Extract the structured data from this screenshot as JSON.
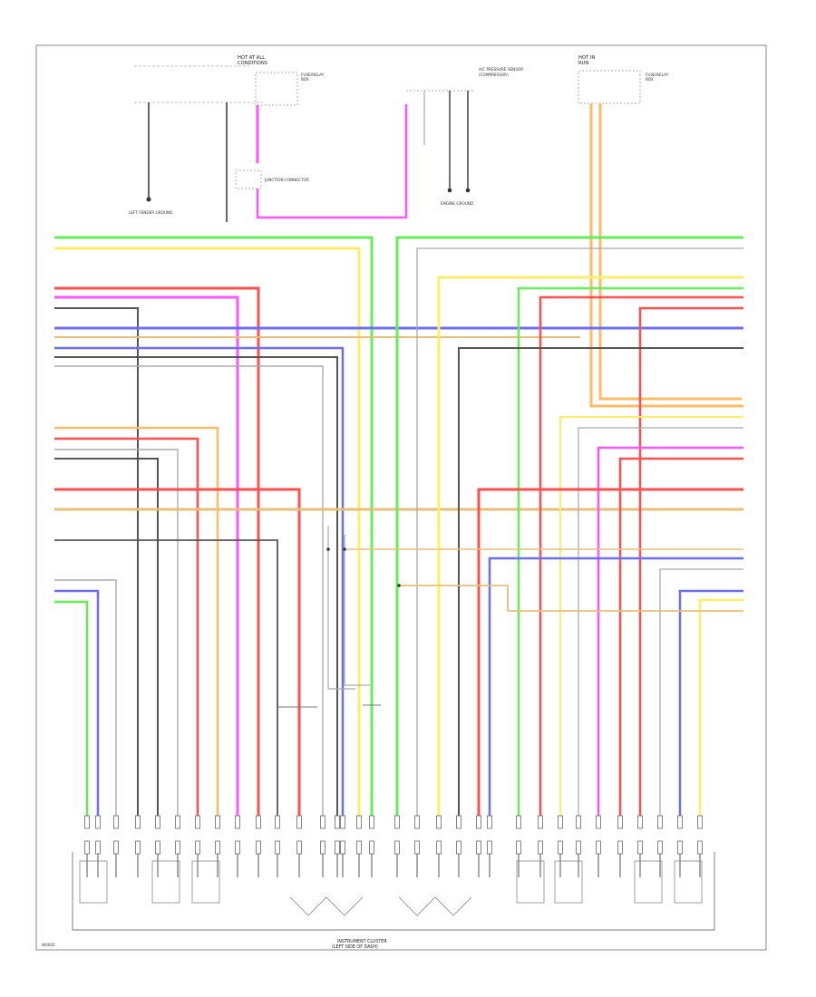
{
  "colors": {
    "frame": "#8a8a8a",
    "background": "#ffffff",
    "wire_green": "#66ee55",
    "wire_red": "#ff4f4f",
    "wire_pink": "#ff55ff",
    "wire_blue": "#6e6ef5",
    "wire_yellow": "#ffee66",
    "wire_orange": "#ffbb66",
    "wire_tan": "#e6c07a",
    "wire_gray": "#aaaaaa",
    "wire_dark": "#555555",
    "wire_black": "#333333"
  },
  "labels": {
    "top_left_hdr_1": "HOT AT ALL",
    "top_left_hdr_2": "CONDITIONS",
    "top_left_fuse_1": "FUSE/RELAY",
    "top_left_fuse_2": "BOX",
    "top_left_ground": "LEFT FENDER GROUND",
    "top_left_junction": "JUNCTION CONNECTOR",
    "top_mid_sensor": "A/C PRESSURE SENSOR",
    "top_mid_sensor_2": "(COMPRESSOR)",
    "top_mid_ground": "ENGINE GROUND",
    "top_right_hdr_1": "HOT IN",
    "top_right_hdr_2": "RUN",
    "top_right_fuse_1": "FUSE/RELAY",
    "top_right_fuse_2": "BOX",
    "bottom_module_1": "INSTRUMENT CLUSTER",
    "bottom_module_2": "(LEFT SIDE OF DASH)",
    "corner_code": "W0002"
  }
}
